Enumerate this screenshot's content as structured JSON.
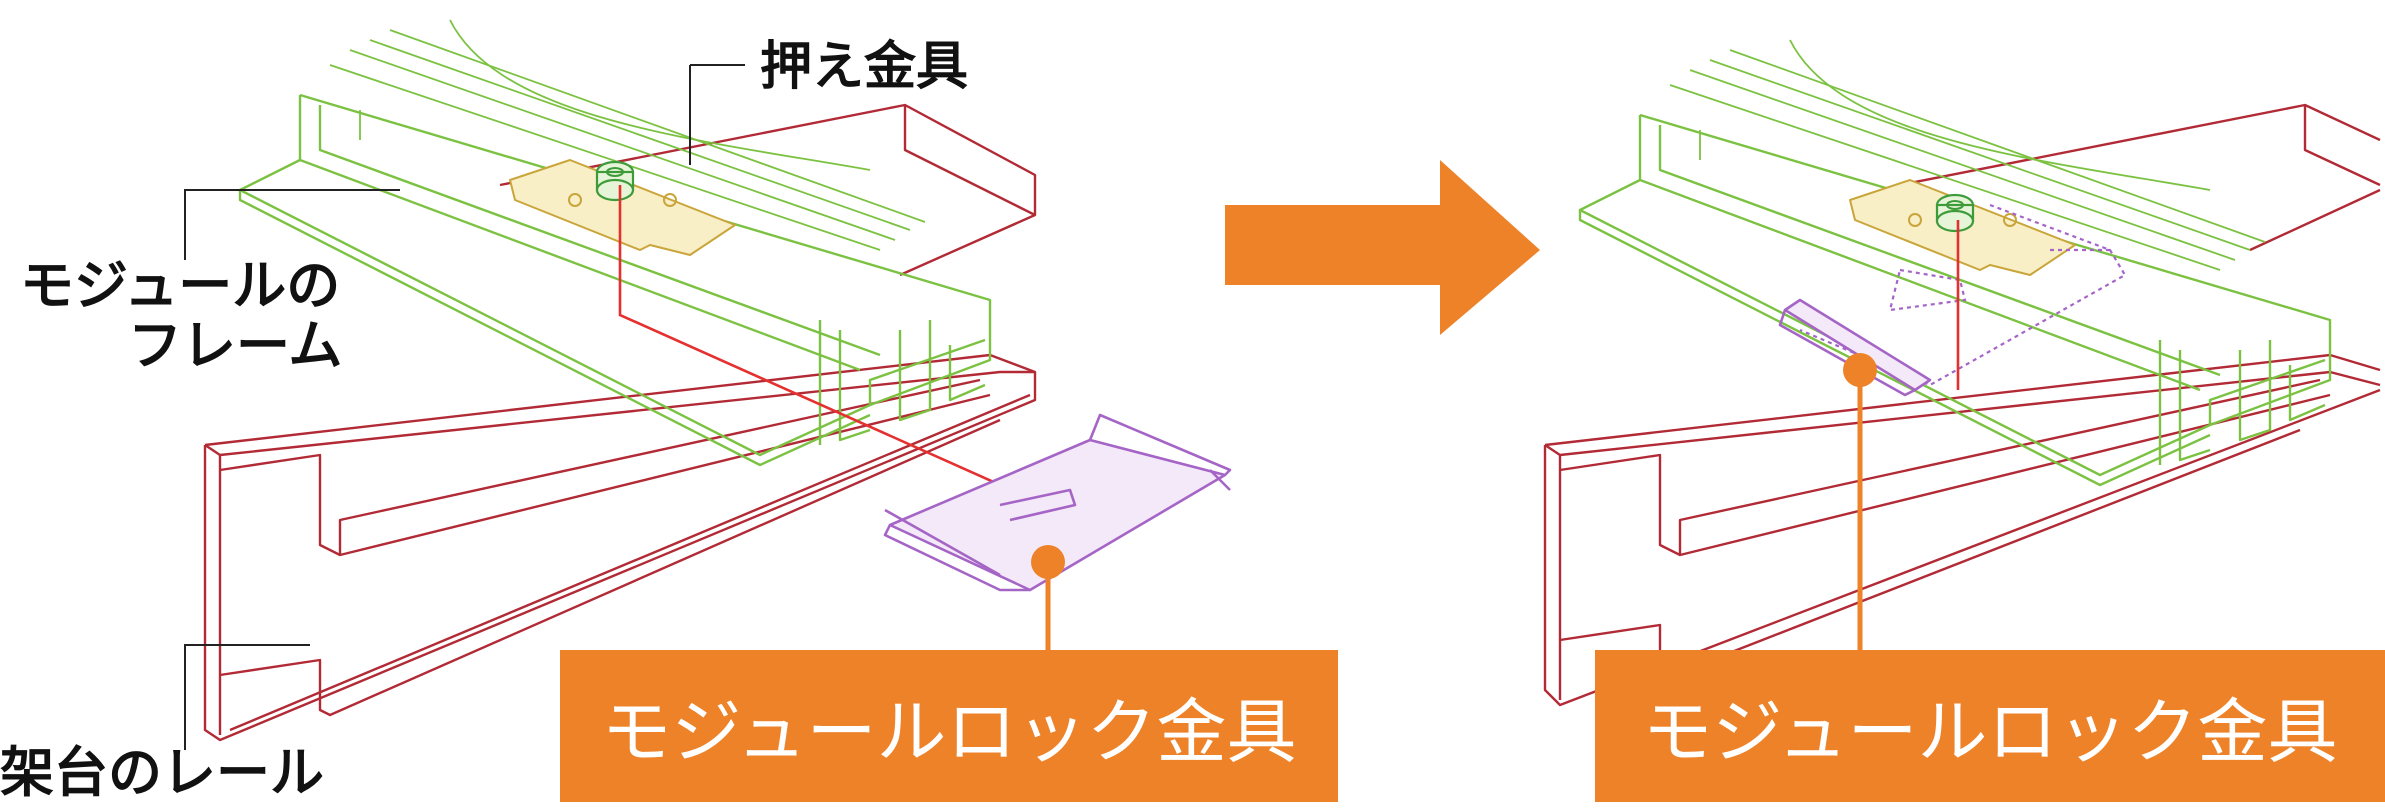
{
  "labels": {
    "presser": "押え金具",
    "module_frame_line1": "モジュールの",
    "module_frame_line2": "フレーム",
    "rack_rail": "架台のレール"
  },
  "callouts": {
    "left": "モジュールロック金具",
    "right": "モジュールロック金具"
  },
  "colors": {
    "accent_orange": "#ee8228",
    "rail_red": "#b22a35",
    "frame_green": "#7cc242",
    "presser_gold": "#c9a53a",
    "lock_purple": "#a565c6",
    "guide_red": "#e53030"
  }
}
